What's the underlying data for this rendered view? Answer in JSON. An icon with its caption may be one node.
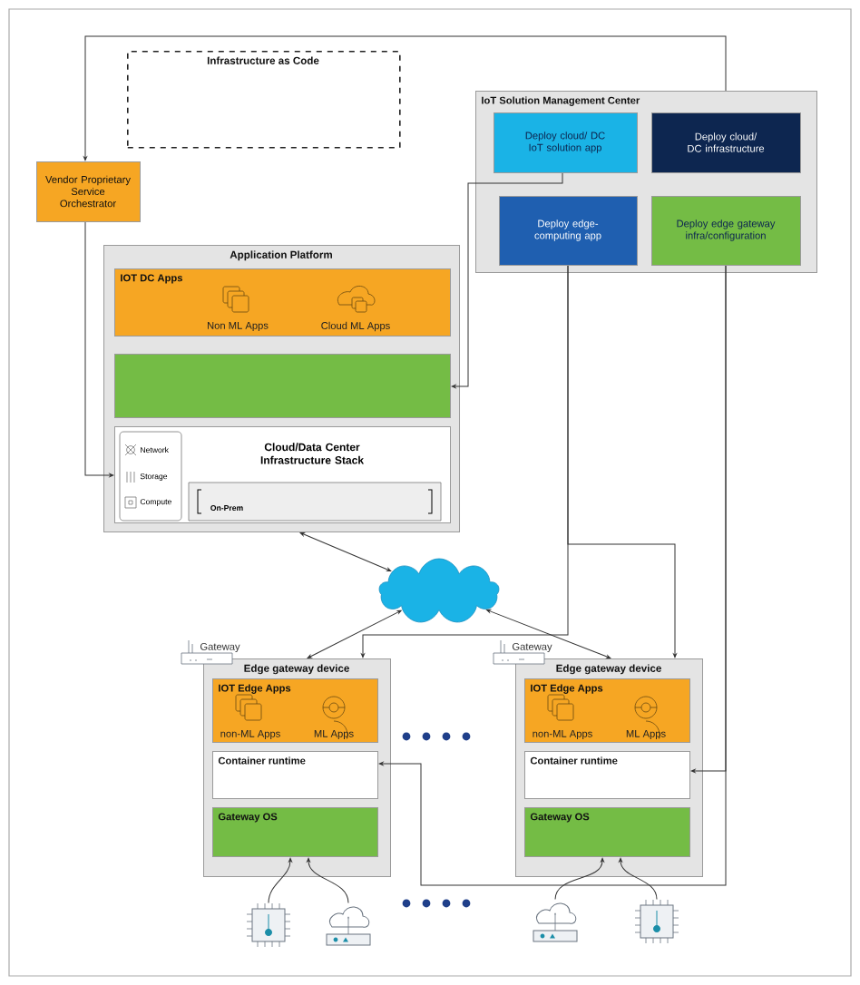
{
  "diagram": {
    "nodes": [
      {
        "text": [
          "Infrastructure as Code"
        ]
      },
      {
        "text": [
          "Vendor Proprietary Service Orchestrator"
        ]
      },
      {
        "text": [
          "IoT Solution Management Center"
        ]
      },
      {
        "text": [
          "Deploy cloud/ DC IoT solution app"
        ],
        "in": 2
      },
      {
        "text": [
          "Deploy cloud/ DC infrastructure"
        ],
        "in": 2
      },
      {
        "text": [
          "Deploy edge-computing app"
        ],
        "in": 2
      },
      {
        "text": [
          "Deploy edge gateway infra/configuration"
        ],
        "in": 2
      },
      {
        "text": [
          "Application Platform"
        ]
      },
      {
        "text": [
          "IOT DC Apps",
          "Non ML Apps",
          "Cloud ML Apps"
        ],
        "in": 7
      },
      {
        "text": [],
        "shape": "box",
        "in": 7
      },
      {
        "text": [
          "Cloud/Data Center Infrastructure Stack",
          "Network",
          "Storage",
          "Compute",
          "On-Prem"
        ],
        "in": 7
      },
      {
        "text": [],
        "shape": "cloud"
      },
      {
        "text": [
          "Edge gateway device"
        ]
      },
      {
        "text": [
          "IOT Edge Apps",
          "non-ML Apps",
          "ML Apps"
        ],
        "in": 12
      },
      {
        "text": [
          "Container runtime"
        ],
        "in": 12
      },
      {
        "text": [
          "Gateway OS"
        ],
        "in": 12
      },
      {
        "text": [
          "Edge gateway device"
        ]
      },
      {
        "text": [
          "IOT Edge Apps",
          "non-ML Apps",
          "ML Apps"
        ],
        "in": 16
      },
      {
        "text": [
          "Container runtime"
        ],
        "in": 16
      },
      {
        "text": [
          "Gateway OS"
        ],
        "in": 16
      },
      {
        "text": [],
        "shape": "picture"
      },
      {
        "text": [],
        "shape": "picture"
      },
      {
        "text": [],
        "shape": "picture"
      },
      {
        "text": [],
        "shape": "picture"
      }
    ],
    "edges": [
      {
        "from": 2,
        "to": 1,
        "arrow": "to"
      },
      {
        "from": 1,
        "to": 10,
        "arrow": "to"
      },
      {
        "from": 3,
        "to": 9,
        "arrow": "to"
      },
      {
        "from": 5,
        "to": 12,
        "arrow": "to"
      },
      {
        "from": 5,
        "to": 16,
        "arrow": "to"
      },
      {
        "from": 6,
        "to": 14,
        "arrow": "to"
      },
      {
        "from": 6,
        "to": 18,
        "arrow": "to"
      },
      {
        "from": 7,
        "to": 11,
        "arrow": "both"
      },
      {
        "from": 11,
        "to": 12,
        "arrow": "both"
      },
      {
        "from": 11,
        "to": 16,
        "arrow": "both"
      },
      {
        "from": 20,
        "to": 15,
        "arrow": "to"
      },
      {
        "from": 21,
        "to": 15,
        "arrow": "to"
      },
      {
        "from": 22,
        "to": 19,
        "arrow": "to"
      },
      {
        "from": 23,
        "to": 19,
        "arrow": "to"
      }
    ],
    "labels": [
      "Gateway",
      "Gateway"
    ]
  }
}
